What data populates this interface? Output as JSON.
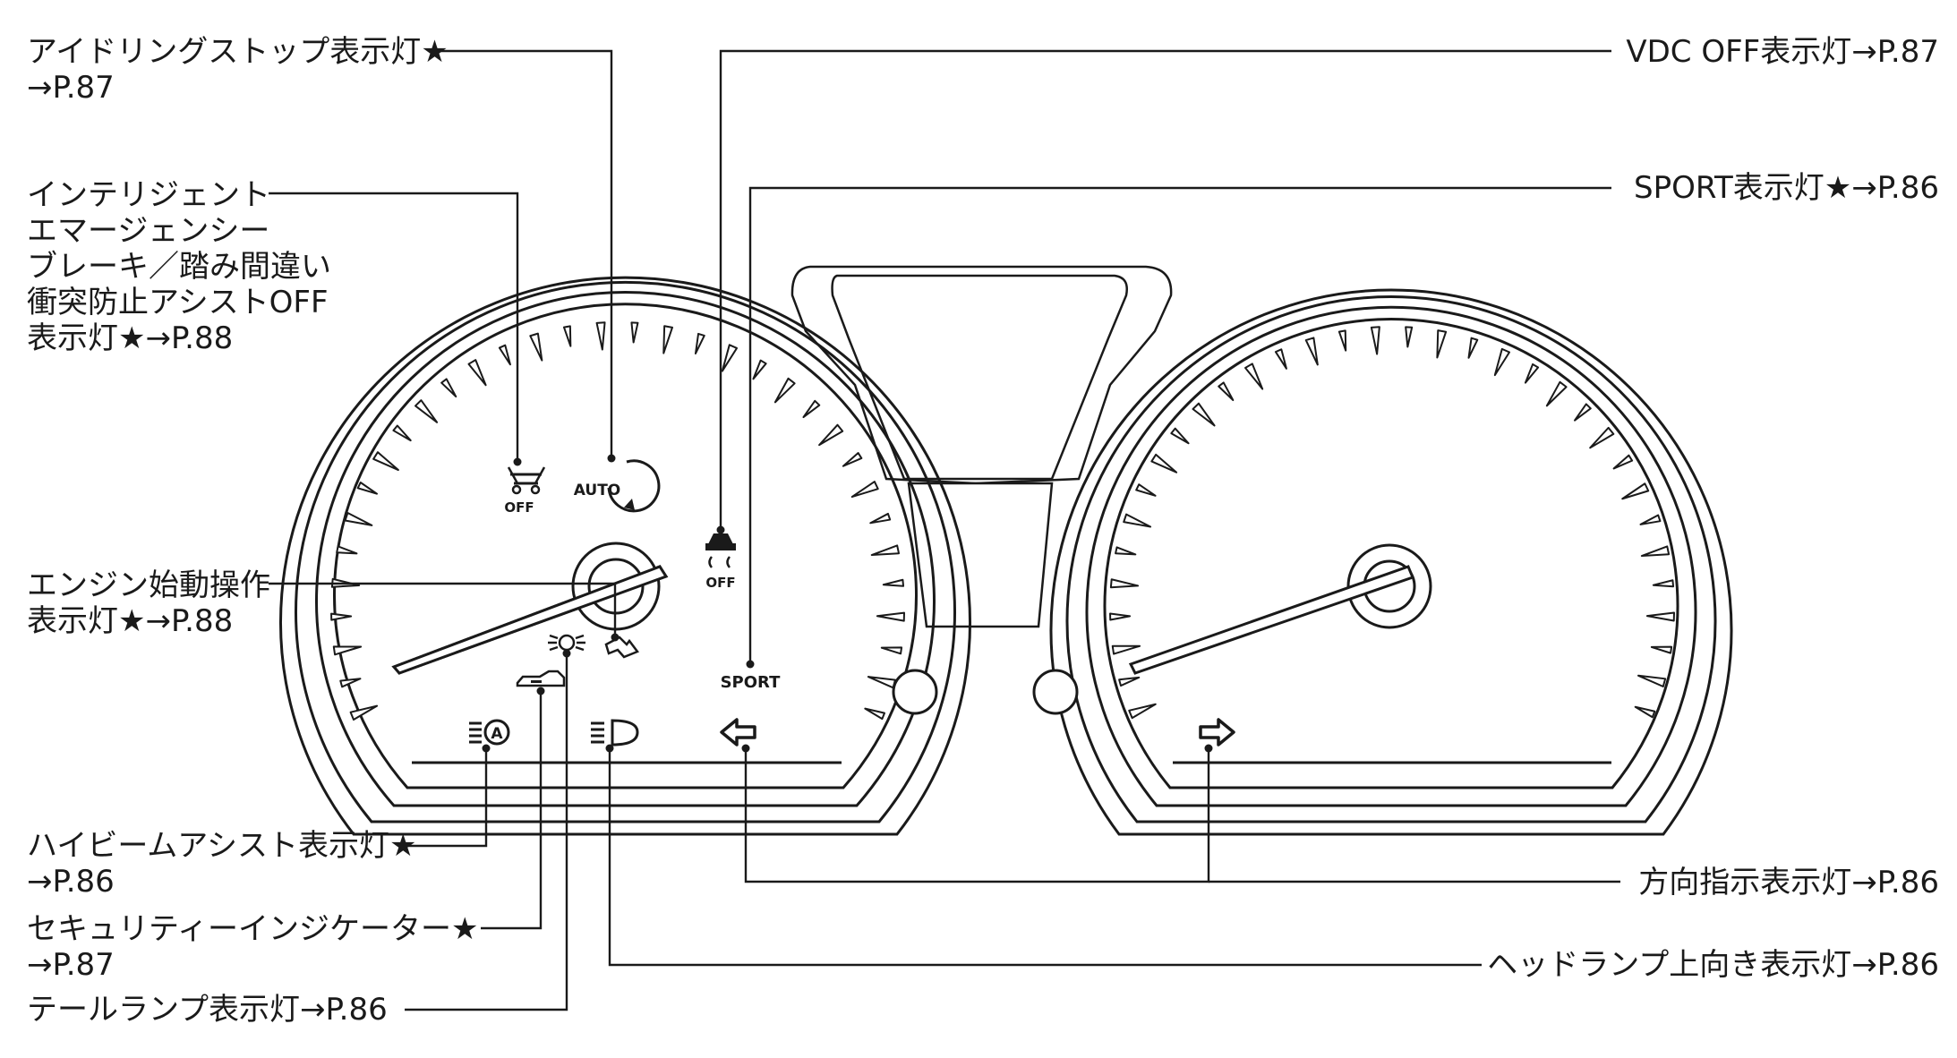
{
  "callouts": {
    "idle_stop": [
      "アイドリングストップ表示灯★",
      "→P.87"
    ],
    "intelligent_brake": [
      "インテリジェント",
      "エマージェンシー",
      "ブレーキ／踏み間違い",
      "衝突防止アシストOFF",
      "表示灯★→P.88"
    ],
    "engine_start": [
      "エンジン始動操作",
      "表示灯★→P.88"
    ],
    "high_beam_assist": [
      "ハイビームアシスト表示灯★",
      "→P.86"
    ],
    "security": [
      "セキュリティーインジケーター★",
      "→P.87"
    ],
    "tail_lamp": [
      "テールランプ表示灯→P.86"
    ],
    "vdc_off": [
      "VDC OFF表示灯→P.87"
    ],
    "sport": [
      "SPORT表示灯★→P.86"
    ],
    "turn_signal": [
      "方向指示表示灯→P.86"
    ],
    "headlamp_high": [
      "ヘッドランプ上向き表示灯→P.86"
    ]
  },
  "symbols": {
    "auto_label": "AUTO",
    "off_label": "OFF",
    "vdc_off_label": "OFF",
    "sport_label": "SPORT"
  }
}
